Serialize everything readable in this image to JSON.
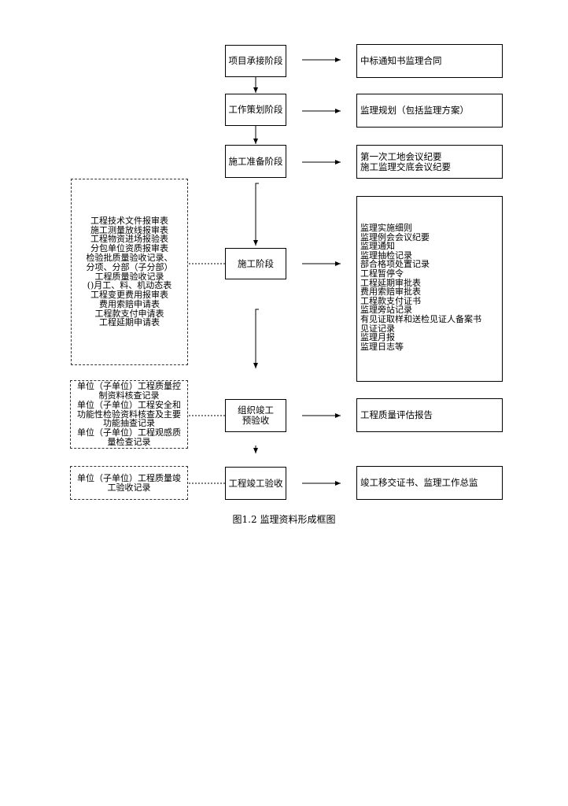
{
  "stages": [
    {
      "id": "s1",
      "lines": [
        "项目承接阶段"
      ]
    },
    {
      "id": "s2",
      "lines": [
        "工作策划阶段"
      ]
    },
    {
      "id": "s3",
      "lines": [
        "施工准备阶段"
      ]
    },
    {
      "id": "s4",
      "lines": [
        "施工阶段"
      ]
    },
    {
      "id": "s5",
      "lines": [
        "组织竣工",
        "预验收"
      ]
    },
    {
      "id": "s6",
      "lines": [
        "工程竣工验收"
      ]
    }
  ],
  "outputs": [
    {
      "id": "o1",
      "lines": [
        "中标通知书监理合同"
      ]
    },
    {
      "id": "o2",
      "lines": [
        "监理规划（包括监理方案）"
      ]
    },
    {
      "id": "o3",
      "lines": [
        "第一次工地会议纪要",
        "施工监理交底会议纪要"
      ]
    },
    {
      "id": "o4",
      "lines": [
        "监理实施细则",
        "监理例会会议纪要",
        "监理通知",
        "监理抽检记录",
        "部合格项处置记录",
        "工程暂停令",
        "工程延期审批表",
        "费用索赔审批表",
        "工程款支付证书",
        "监理旁站记录",
        "有见证取样和送检见证人备案书",
        "见证记录",
        "监理月报",
        "监理日志等"
      ]
    },
    {
      "id": "o5",
      "lines": [
        "工程质量评估报告"
      ]
    },
    {
      "id": "o6",
      "lines": [
        "竣工移交证书、监理工作总监"
      ]
    }
  ],
  "inputs": [
    {
      "id": "i1",
      "lines": [
        "工程技术文件报审表",
        "施工测量放线报审表",
        "工程物资进场报验表",
        "分包单位资质报审表",
        "检验批质量验收记录、",
        "分项、分部（子分部）",
        "工程质量验收记录",
        "()月工、料、机动态表",
        "工程变更费用报审表",
        "费用索赔申请表",
        "工程款支付申请表",
        "工程延期申请表"
      ]
    },
    {
      "id": "i2",
      "lines": [
        "单位（子单位）工程质量控",
        "制资料核查记录",
        "单位（子单位）工程安全和",
        "功能性检验资料核查及主要",
        "功能抽查记录",
        "单位（子单位）工程观感质",
        "量检查记录"
      ]
    },
    {
      "id": "i3",
      "lines": [
        "单位（子单位）工程质量竣",
        "工验收记录"
      ]
    }
  ],
  "caption": "图1.2 监理资料形成框图"
}
